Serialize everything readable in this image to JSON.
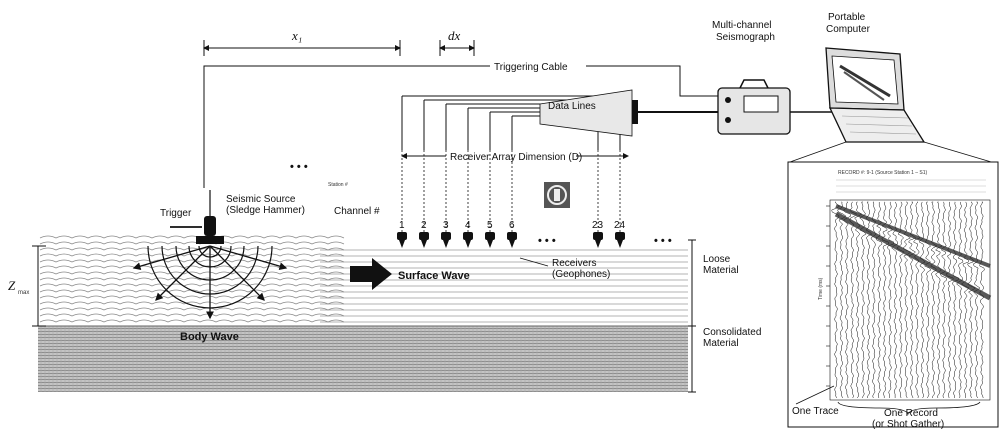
{
  "labels": {
    "x1": "x₁",
    "dx": "dx",
    "zmax": "Z",
    "zmax_sub": "max",
    "triggering_cable": "Triggering Cable",
    "seismograph_line1": "Multi-channel",
    "seismograph_line2": "Seismograph",
    "computer_line1": "Portable",
    "computer_line2": "Computer",
    "data_lines": "Data Lines",
    "receiver_array": "Receiver Array Dimension (D)",
    "dots": "• • •",
    "seismic_source_line1": "Seismic Source",
    "seismic_source_line2": "(Sledge Hammer)",
    "trigger": "Trigger",
    "station": "Station #",
    "channel": "Channel #",
    "receivers_line1": "Receivers",
    "receivers_line2": "(Geophones)",
    "surface_wave": "Surface Wave",
    "body_wave": "Body Wave",
    "loose_line1": "Loose",
    "loose_line2": "Material",
    "consolidated_line1": "Consolidated",
    "consolidated_line2": "Material",
    "one_trace": "One Trace",
    "one_record_line1": "One Record",
    "one_record_line2": "(or Shot Gather)",
    "record_header": "RECORD #: 9-1 (Source Station 1 – S1)",
    "record_ylabel": "Time (ms)"
  },
  "channels": [
    "1",
    "2",
    "3",
    "4",
    "5",
    "6",
    "23",
    "24"
  ],
  "colors": {
    "ink": "#111111",
    "consolidated_fill": "#9a9a9a",
    "loose_line": "#8a8a8a"
  }
}
